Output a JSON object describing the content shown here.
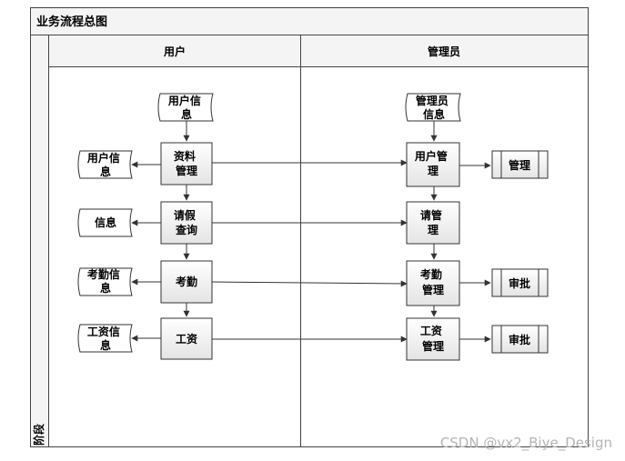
{
  "diagram": {
    "title": "业务流程总图",
    "stage_label": "阶段",
    "lanes": {
      "user": "用户",
      "admin": "管理员"
    },
    "user_doc": [
      "用户信",
      "息"
    ],
    "admin_doc": [
      "管理员",
      "信息"
    ],
    "nodes": {
      "profile": [
        "资料",
        "管理"
      ],
      "leave": [
        "请假",
        "查询"
      ],
      "attendance": [
        "考勤"
      ],
      "salary": [
        "工资"
      ]
    },
    "user_outputs": {
      "profile": [
        "用户信",
        "息"
      ],
      "leave": [
        "信息"
      ],
      "attendance": [
        "考勤信",
        "息"
      ],
      "salary": [
        "工资信",
        "息"
      ]
    },
    "admin_nodes": {
      "user_mgmt": [
        "用户管",
        "理"
      ],
      "leave_mgmt": [
        "请管",
        "理"
      ],
      "attendance_mgmt": [
        "考勤",
        "管理"
      ],
      "salary_mgmt": [
        "工资",
        "管理"
      ]
    },
    "admin_outputs": {
      "manage": "管理",
      "approve1": "审批",
      "approve2": "审批"
    }
  },
  "watermark": "CSDN @vx2_Biye_Design"
}
